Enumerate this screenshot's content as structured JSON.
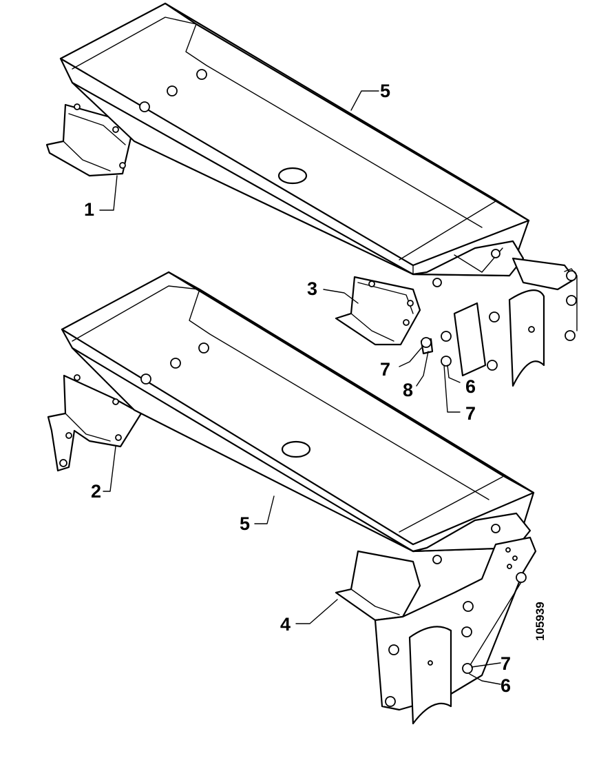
{
  "callouts": {
    "c1": "1",
    "c2": "2",
    "c3": "3",
    "c4": "4",
    "c5_upper": "5",
    "c5_lower": "5",
    "c6_upper": "6",
    "c6_lower": "6",
    "c7_upper_left": "7",
    "c7_upper_right": "7",
    "c7_lower": "7",
    "c8": "8"
  },
  "drawing_number": "105939"
}
